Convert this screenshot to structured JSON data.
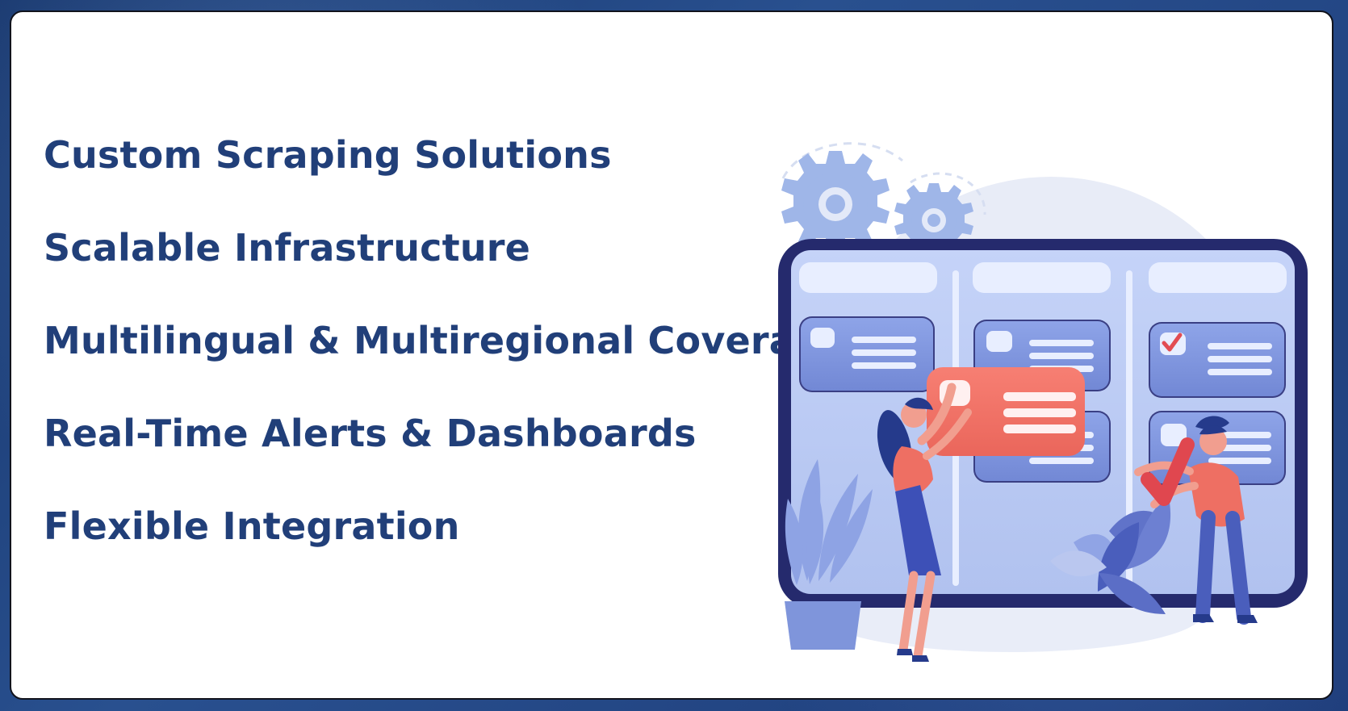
{
  "features": [
    {
      "label": "Custom Scraping Solutions"
    },
    {
      "label": "Scalable Infrastructure"
    },
    {
      "label": "Multilingual & Multiregional Coverage"
    },
    {
      "label": "Real-Time Alerts & Dashboards"
    },
    {
      "label": "Flexible Integration"
    }
  ],
  "colors": {
    "background": "#1f3a78",
    "card": "#ffffff",
    "text": "#213f79",
    "board_frame": "#24296b",
    "board_surface": "#b7c6ef",
    "card_blue": "#7f95db",
    "accent_red": "#ef6f63",
    "gear": "#9fb6e8"
  },
  "icons": {
    "gear_large": "gear-icon",
    "gear_small": "gear-icon",
    "check_mark": "check-icon"
  }
}
